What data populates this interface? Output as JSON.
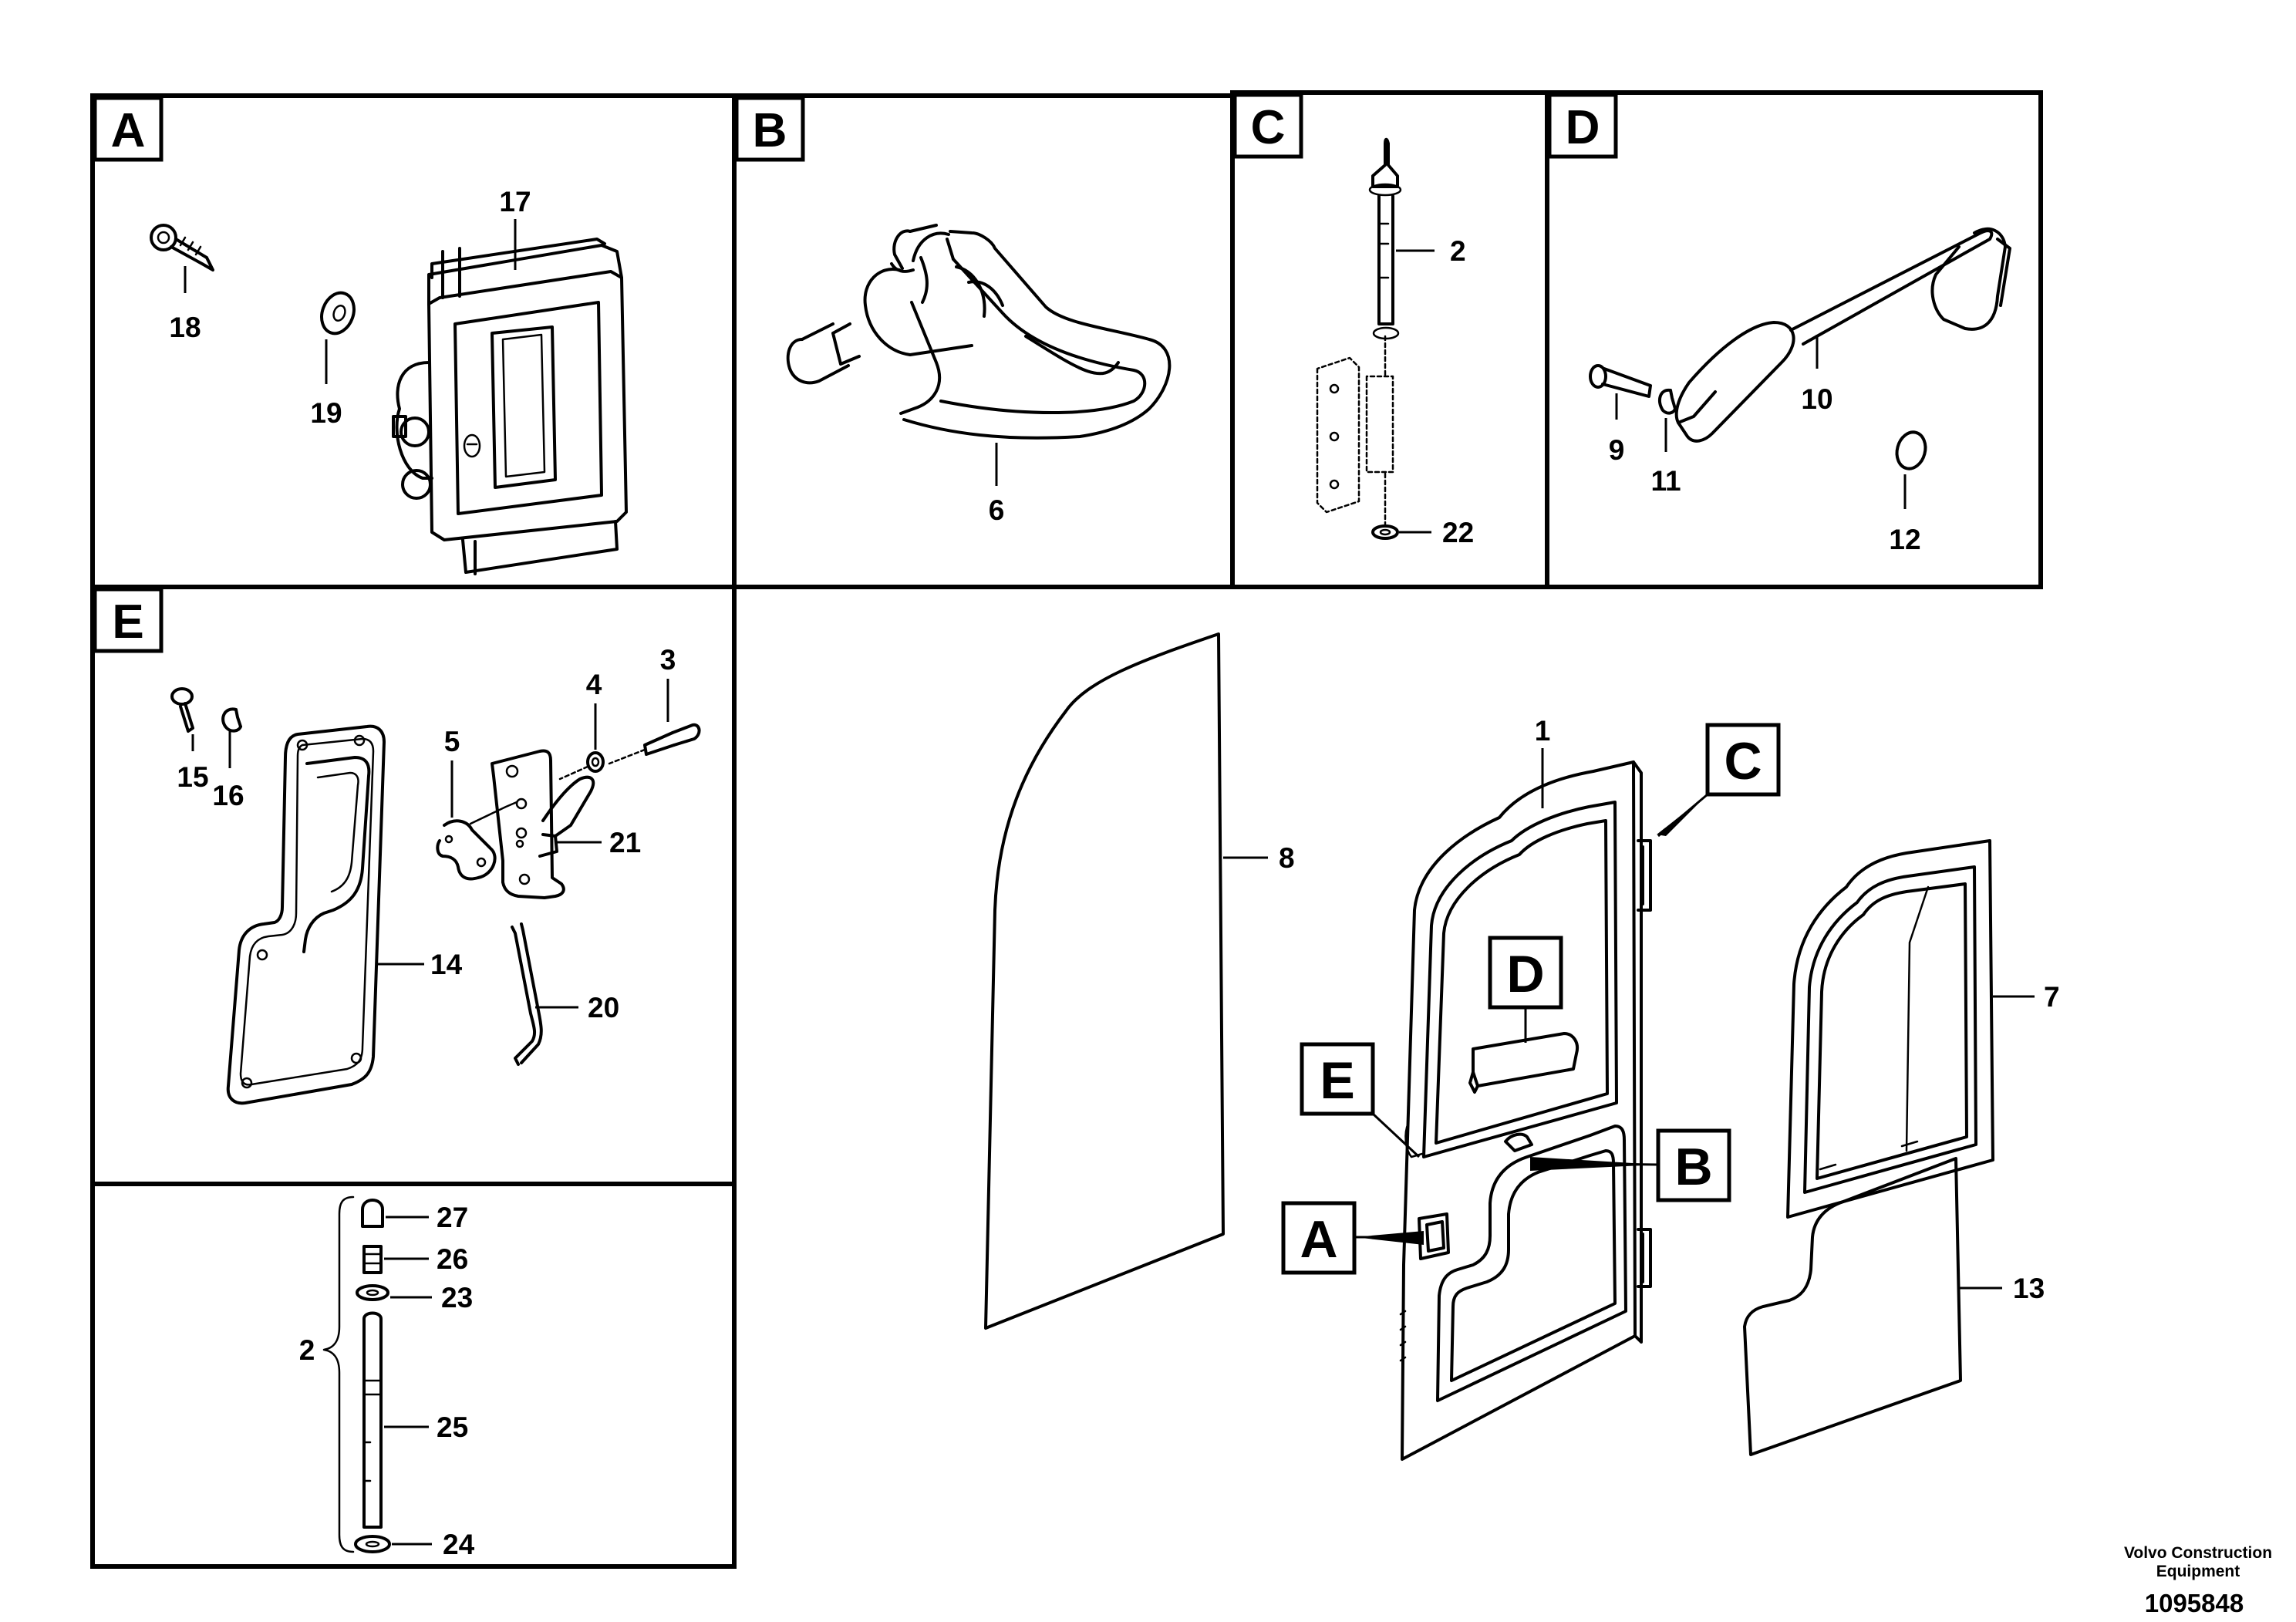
{
  "panels": {
    "a": {
      "letter": "A"
    },
    "b": {
      "letter": "B"
    },
    "c": {
      "letter": "C"
    },
    "d": {
      "letter": "D"
    },
    "e": {
      "letter": "E"
    }
  },
  "callouts": {
    "a": "A",
    "b": "B",
    "c": "C",
    "d": "D",
    "e": "E"
  },
  "part_numbers": {
    "n1": "1",
    "n2": "2",
    "n2b": "2",
    "n3": "3",
    "n4": "4",
    "n5": "5",
    "n6": "6",
    "n7": "7",
    "n8": "8",
    "n9": "9",
    "n10": "10",
    "n11": "11",
    "n12": "12",
    "n13": "13",
    "n14": "14",
    "n15": "15",
    "n16": "16",
    "n17": "17",
    "n18": "18",
    "n19": "19",
    "n20": "20",
    "n21": "21",
    "n22": "22",
    "n23": "23",
    "n24": "24",
    "n25": "25",
    "n26": "26",
    "n27": "27"
  },
  "footer": {
    "company_line1": "Volvo Construction",
    "company_line2": "Equipment",
    "drawing_number": "1095848"
  }
}
